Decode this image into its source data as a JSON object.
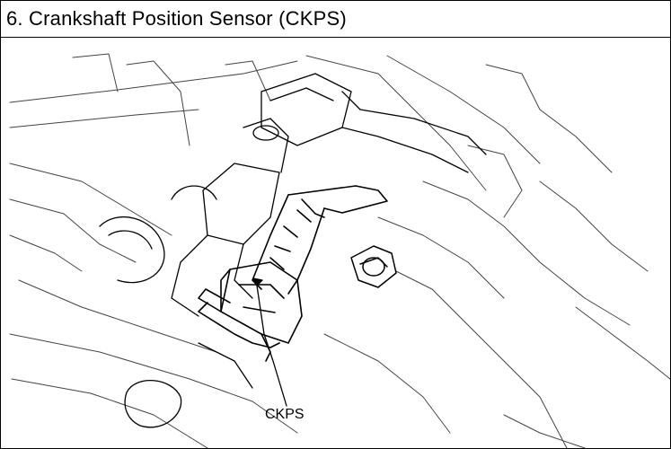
{
  "header": {
    "title": "6. Crankshaft Position Sensor (CKPS)"
  },
  "diagram": {
    "callout_label": "CKPS",
    "icons": [
      "engine-line-drawing",
      "sensor-connector",
      "leader-arrow"
    ]
  },
  "colors": {
    "line": "#000000",
    "background": "#ffffff"
  }
}
